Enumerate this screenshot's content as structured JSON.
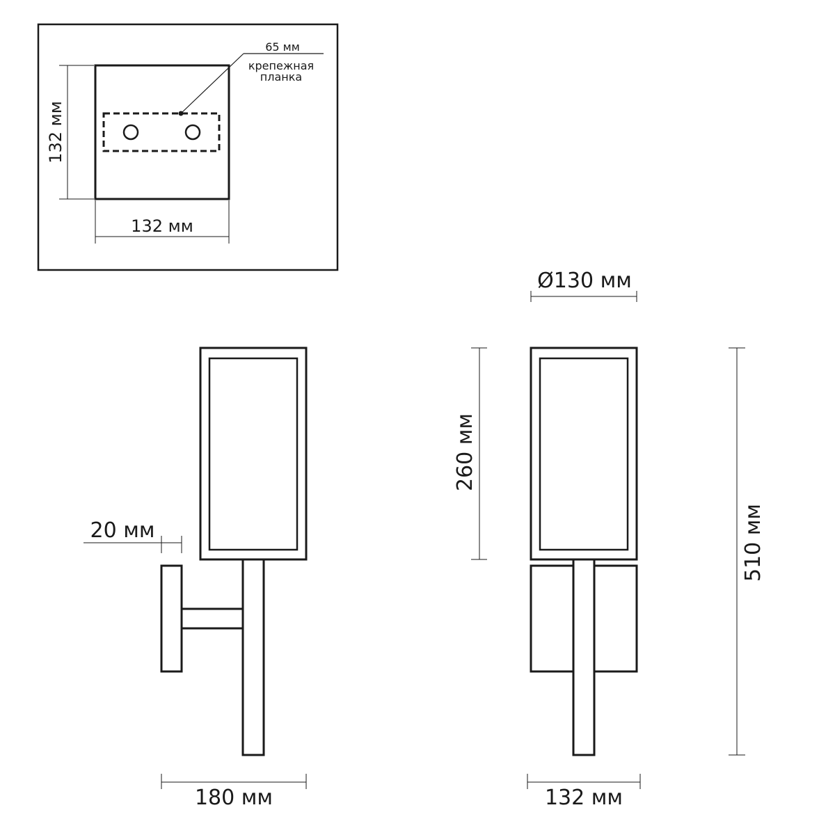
{
  "mount_plate": {
    "strip_width": "65 мм",
    "strip_label_line1": "крепежная",
    "strip_label_line2": "планка",
    "height": "132 мм",
    "width": "132 мм"
  },
  "side_view": {
    "offset": "20 мм",
    "depth": "180 мм"
  },
  "front_view": {
    "diameter": "Ø130 мм",
    "shade_height": "260 мм",
    "total_height": "510 мм",
    "base_width": "132 мм"
  },
  "colors": {
    "line": "#1a1a1a",
    "background": "#ffffff"
  }
}
